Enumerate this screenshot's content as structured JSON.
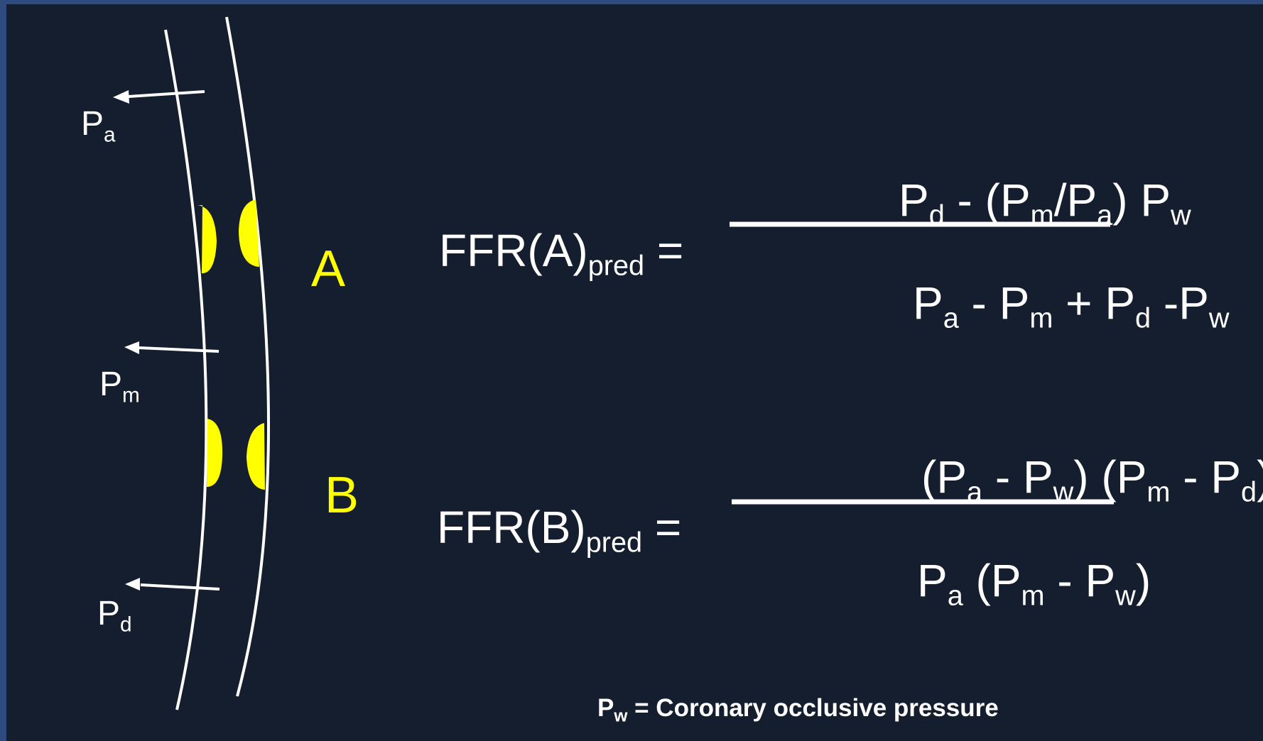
{
  "diagram": {
    "pressure_labels": {
      "pa": {
        "main": "P",
        "sub": "a"
      },
      "pm": {
        "main": "P",
        "sub": "m"
      },
      "pd": {
        "main": "P",
        "sub": "d"
      }
    },
    "stenosis_labels": {
      "a": "A",
      "b": "B"
    },
    "colors": {
      "background": "#151e2e",
      "border": "#2f4a7e",
      "vessel": "#ffffff",
      "stenosis": "#ffff00"
    }
  },
  "equations": {
    "a": {
      "lhs": {
        "base": "FFR(A)",
        "sub": "pred",
        "eq": " ="
      },
      "numerator": [
        {
          "t": "P"
        },
        {
          "s": "d"
        },
        {
          "t": " - (P"
        },
        {
          "s": "m"
        },
        {
          "t": "/P"
        },
        {
          "s": "a"
        },
        {
          "t": ") P"
        },
        {
          "s": "w"
        }
      ],
      "denominator": [
        {
          "t": "P"
        },
        {
          "s": "a"
        },
        {
          "t": " - P"
        },
        {
          "s": "m"
        },
        {
          "t": " + P"
        },
        {
          "s": "d"
        },
        {
          "t": " -P"
        },
        {
          "s": "w"
        }
      ]
    },
    "b": {
      "lhs": {
        "base": "FFR(B)",
        "sub": "pred",
        "eq": " ="
      },
      "numerator": [
        {
          "t": "(P"
        },
        {
          "s": "a"
        },
        {
          "t": " - P"
        },
        {
          "s": "w"
        },
        {
          "t": ") (P"
        },
        {
          "s": "m"
        },
        {
          "t": " - P"
        },
        {
          "s": "d"
        },
        {
          "t": ")"
        }
      ],
      "denominator": [
        {
          "t": "P"
        },
        {
          "s": "a"
        },
        {
          "t": " (P"
        },
        {
          "s": "m"
        },
        {
          "t": " - P"
        },
        {
          "s": "w"
        },
        {
          "t": ")"
        }
      ]
    }
  },
  "footnote": {
    "main": "P",
    "sub": "w",
    "text": " = Coronary occlusive pressure"
  }
}
